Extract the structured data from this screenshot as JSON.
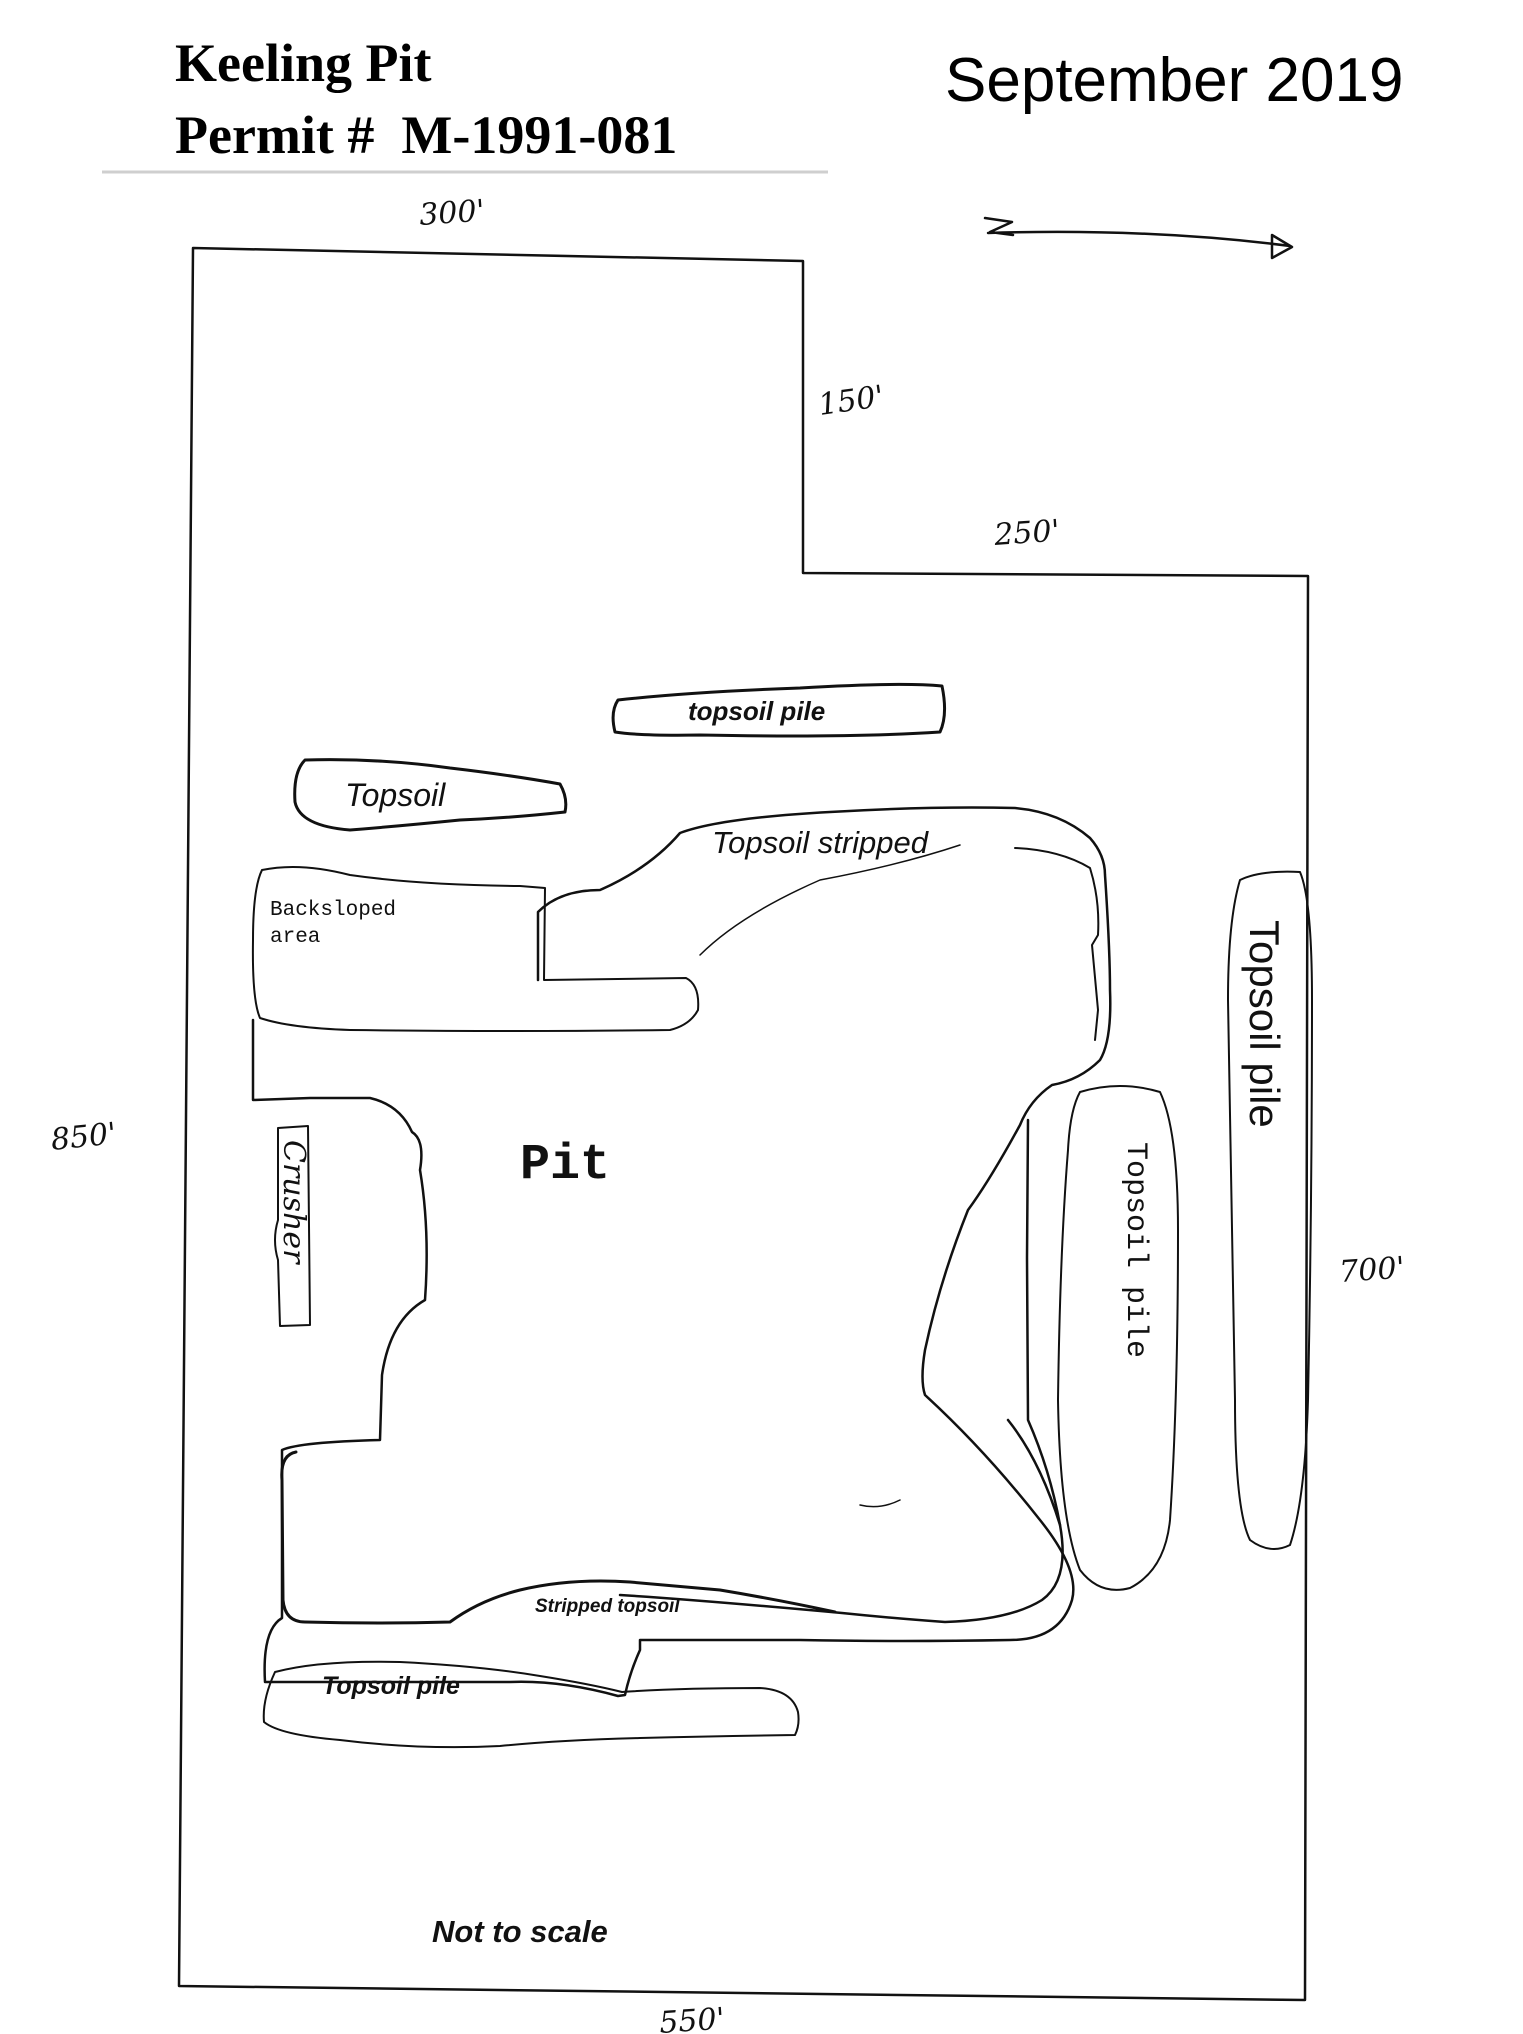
{
  "header": {
    "site_name": "Keeling Pit",
    "permit": "Permit #  M-1991-081",
    "date": "September 2019"
  },
  "dimensions": {
    "top": "300'",
    "notch_vertical": "150'",
    "notch_horizontal": "250'",
    "left": "850'",
    "right": "700'",
    "bottom": "550'"
  },
  "labels": {
    "topsoil_pile_top": "topsoil pile",
    "topsoil_small": "Topsoil",
    "topsoil_stripped": "Topsoil stripped",
    "backsloped_line1": "Backsloped",
    "backsloped_line2": "area",
    "pit": "Pit",
    "crusher": "Crusher",
    "topsoil_pile_inner": "Topsoil pile",
    "topsoil_pile_outer": "Topsoil pile",
    "stripped_topsoil": "Stripped topsoil",
    "topsoil_pile_bottom": "Topsoil pile",
    "not_to_scale": "Not to scale"
  },
  "north_arrow": {
    "letter": "N",
    "icon": "north-arrow-icon"
  }
}
